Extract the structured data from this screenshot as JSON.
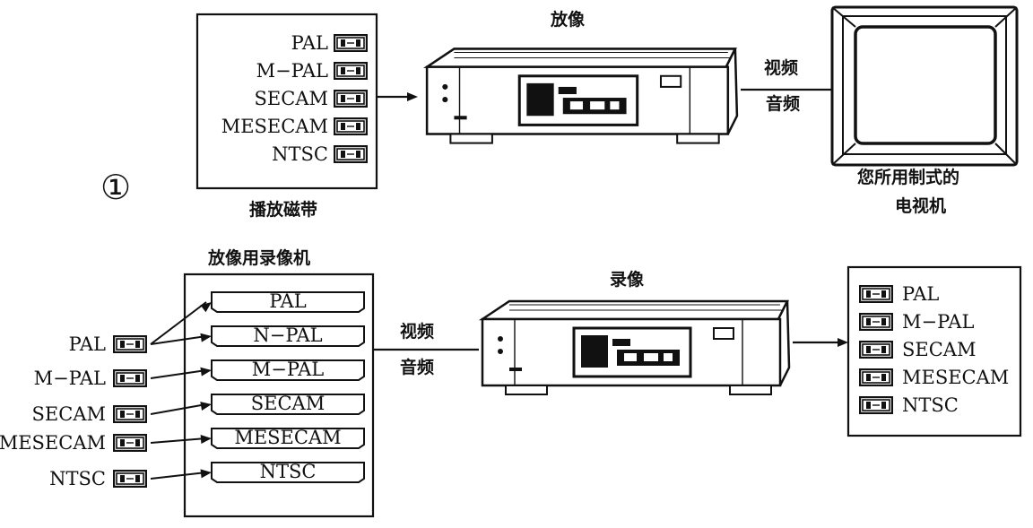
{
  "top": {
    "marker": "①",
    "tape_box_label": "播放磁带",
    "tapes": [
      "PAL",
      "M−PAL",
      "SECAM",
      "MESECAM",
      "NTSC"
    ],
    "vcr_label": "放像",
    "signal_video": "视频",
    "signal_audio": "音频",
    "tv_label_line1": "您所用制式的",
    "tv_label_line2": "电视机"
  },
  "bottom": {
    "player_label": "放像用录像机",
    "source_tapes": [
      "PAL",
      "M−PAL",
      "SECAM",
      "MESECAM",
      "NTSC"
    ],
    "slots": [
      "PAL",
      "N−PAL",
      "M−PAL",
      "SECAM",
      "MESECAM",
      "NTSC"
    ],
    "signal_video": "视频",
    "signal_audio": "音频",
    "vcr_label": "录像",
    "output_tapes": [
      "PAL",
      "M−PAL",
      "SECAM",
      "MESECAM",
      "NTSC"
    ]
  },
  "icons": {
    "cassette": "cassette-icon",
    "vcr": "vcr-icon",
    "tv": "tv-icon"
  }
}
